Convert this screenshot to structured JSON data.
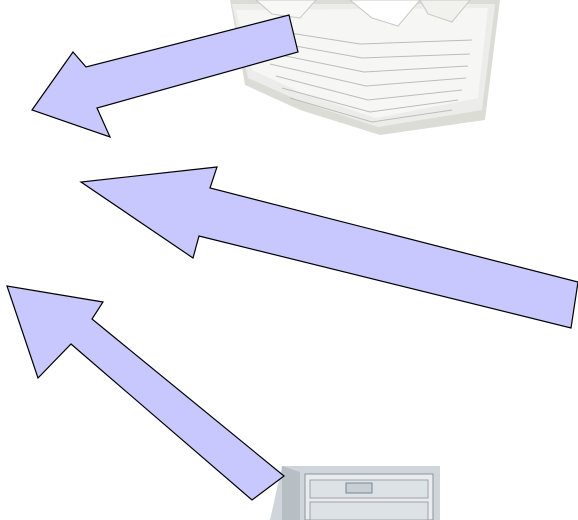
{
  "diagram": {
    "background": "#ffffff",
    "arrow_fill": "#c8c8ff",
    "arrow_stroke": "#000000",
    "paper_colors": [
      "#f3f3f1",
      "#e6e6e2",
      "#d9d9d4",
      "#c8c8c2"
    ],
    "cabinet_colors": [
      "#e9ecef",
      "#cfd5da",
      "#b7bec4",
      "#8c959c"
    ],
    "objects": [
      {
        "name": "paper-stack-icon"
      },
      {
        "name": "filing-cabinet-icon"
      }
    ],
    "arrows": [
      {
        "name": "arrow-top",
        "direction": "left"
      },
      {
        "name": "arrow-middle",
        "direction": "up-left"
      },
      {
        "name": "arrow-bottom",
        "direction": "up-left"
      }
    ]
  }
}
